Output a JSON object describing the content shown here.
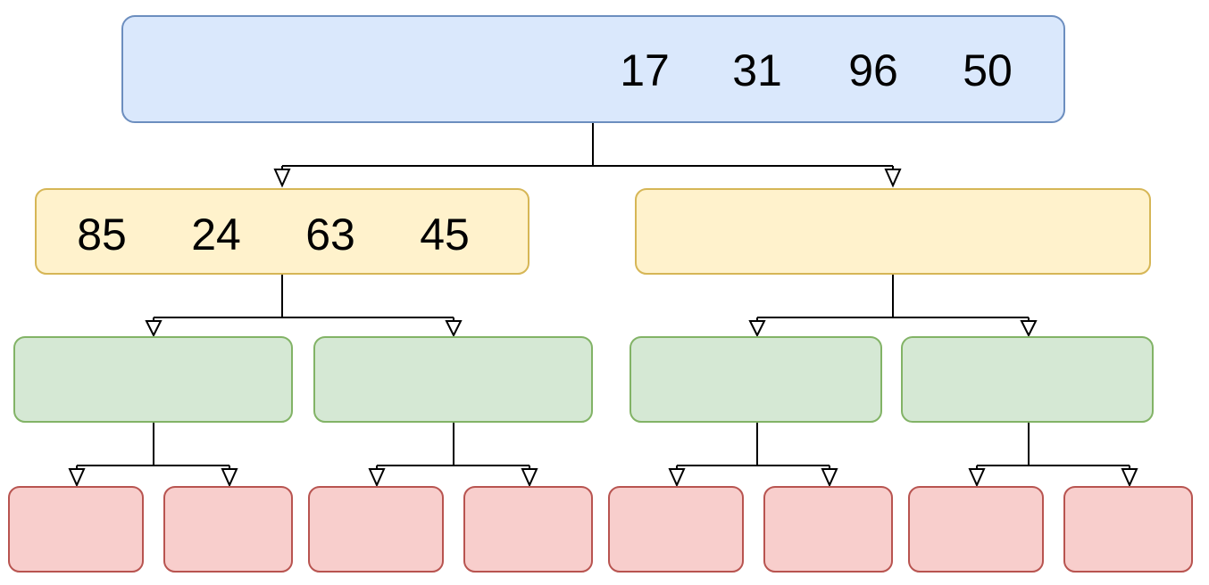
{
  "tree": {
    "root": {
      "values": [
        "17",
        "31",
        "96",
        "50"
      ],
      "color": "#dae8fc"
    },
    "level1": [
      {
        "values": [
          "85",
          "24",
          "63",
          "45"
        ],
        "color": "#fff2cc"
      },
      {
        "values": [],
        "color": "#fff2cc"
      }
    ],
    "level2": [
      {
        "values": [],
        "color": "#d5e8d4"
      },
      {
        "values": [],
        "color": "#d5e8d4"
      },
      {
        "values": [],
        "color": "#d5e8d4"
      },
      {
        "values": [],
        "color": "#d5e8d4"
      }
    ],
    "level3": [
      {
        "values": [],
        "color": "#f8cecc"
      },
      {
        "values": [],
        "color": "#f8cecc"
      },
      {
        "values": [],
        "color": "#f8cecc"
      },
      {
        "values": [],
        "color": "#f8cecc"
      },
      {
        "values": [],
        "color": "#f8cecc"
      },
      {
        "values": [],
        "color": "#f8cecc"
      },
      {
        "values": [],
        "color": "#f8cecc"
      },
      {
        "values": [],
        "color": "#f8cecc"
      }
    ]
  }
}
